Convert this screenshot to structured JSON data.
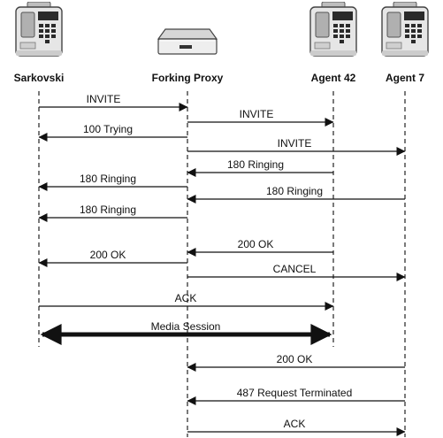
{
  "participants": [
    {
      "id": "sarkovski",
      "label": "Sarkovski",
      "icon": "desk-phone-icon"
    },
    {
      "id": "proxy",
      "label": "Forking Proxy",
      "icon": "proxy-server-icon"
    },
    {
      "id": "agent42",
      "label": "Agent 42",
      "icon": "desk-phone-icon"
    },
    {
      "id": "agent7",
      "label": "Agent 7",
      "icon": "desk-phone-icon"
    }
  ],
  "messages": [
    {
      "label": "INVITE",
      "from": "sarkovski",
      "to": "proxy"
    },
    {
      "label": "INVITE",
      "from": "proxy",
      "to": "agent42"
    },
    {
      "label": "100 Trying",
      "from": "proxy",
      "to": "sarkovski"
    },
    {
      "label": "INVITE",
      "from": "proxy",
      "to": "agent7"
    },
    {
      "label": "180 Ringing",
      "from": "agent42",
      "to": "proxy"
    },
    {
      "label": "180 Ringing",
      "from": "proxy",
      "to": "sarkovski"
    },
    {
      "label": "180 Ringing",
      "from": "agent7",
      "to": "proxy"
    },
    {
      "label": "180 Ringing",
      "from": "proxy",
      "to": "sarkovski"
    },
    {
      "label": "200 OK",
      "from": "agent42",
      "to": "proxy"
    },
    {
      "label": "200 OK",
      "from": "proxy",
      "to": "sarkovski"
    },
    {
      "label": "CANCEL",
      "from": "proxy",
      "to": "agent7"
    },
    {
      "label": "ACK",
      "from": "sarkovski",
      "to": "agent42"
    },
    {
      "label": "Media Session",
      "from": "sarkovski",
      "to": "agent42",
      "bidirectional": true
    },
    {
      "label": "200 OK",
      "from": "agent7",
      "to": "proxy"
    },
    {
      "label": "487 Request Terminated",
      "from": "agent7",
      "to": "proxy"
    },
    {
      "label": "ACK",
      "from": "proxy",
      "to": "agent7"
    }
  ]
}
